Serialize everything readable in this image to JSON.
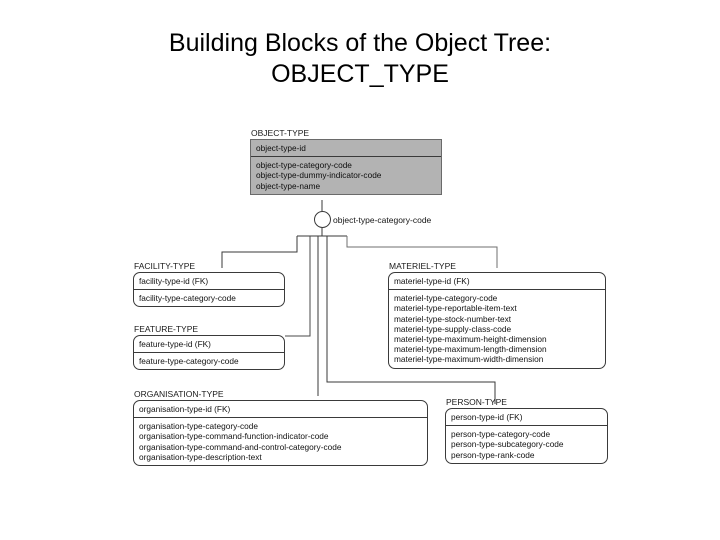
{
  "title": {
    "line1": "Building Blocks of the Object Tree:",
    "line2": "OBJECT_TYPE"
  },
  "diagram": {
    "type": "entity-relationship-diagram",
    "relationship": {
      "label": "object-type-category-code",
      "node_shape": "circle",
      "parent": "OBJECT-TYPE",
      "children": [
        "FACILITY-TYPE",
        "FEATURE-TYPE",
        "MATERIEL-TYPE",
        "ORGANISATION-TYPE",
        "PERSON-TYPE"
      ]
    },
    "entities": [
      {
        "name": "OBJECT-TYPE",
        "style": "filled",
        "primary_key": [
          "object-type-id"
        ],
        "attributes": [
          "object-type-category-code",
          "object-type-dummy-indicator-code",
          "object-type-name"
        ]
      },
      {
        "name": "FACILITY-TYPE",
        "style": "rounded",
        "primary_key": [
          "facility-type-id (FK)"
        ],
        "attributes": [
          "facility-type-category-code"
        ]
      },
      {
        "name": "FEATURE-TYPE",
        "style": "rounded",
        "primary_key": [
          "feature-type-id (FK)"
        ],
        "attributes": [
          "feature-type-category-code"
        ]
      },
      {
        "name": "MATERIEL-TYPE",
        "style": "rounded",
        "primary_key": [
          "materiel-type-id (FK)"
        ],
        "attributes": [
          "materiel-type-category-code",
          "materiel-type-reportable-item-text",
          "materiel-type-stock-number-text",
          "materiel-type-supply-class-code",
          "materiel-type-maximum-height-dimension",
          "materiel-type-maximum-length-dimension",
          "materiel-type-maximum-width-dimension"
        ]
      },
      {
        "name": "ORGANISATION-TYPE",
        "style": "rounded",
        "primary_key": [
          "organisation-type-id (FK)"
        ],
        "attributes": [
          "organisation-type-category-code",
          "organisation-type-command-function-indicator-code",
          "organisation-type-command-and-control-category-code",
          "organisation-type-description-text"
        ]
      },
      {
        "name": "PERSON-TYPE",
        "style": "rounded",
        "primary_key": [
          "person-type-id (FK)"
        ],
        "attributes": [
          "person-type-category-code",
          "person-type-subcategory-code",
          "person-type-rank-code"
        ]
      }
    ]
  },
  "colors": {
    "background": "#ffffff",
    "text": "#000000",
    "line": "#3a3a3a",
    "supertype_fill": "#b3b3b3"
  }
}
